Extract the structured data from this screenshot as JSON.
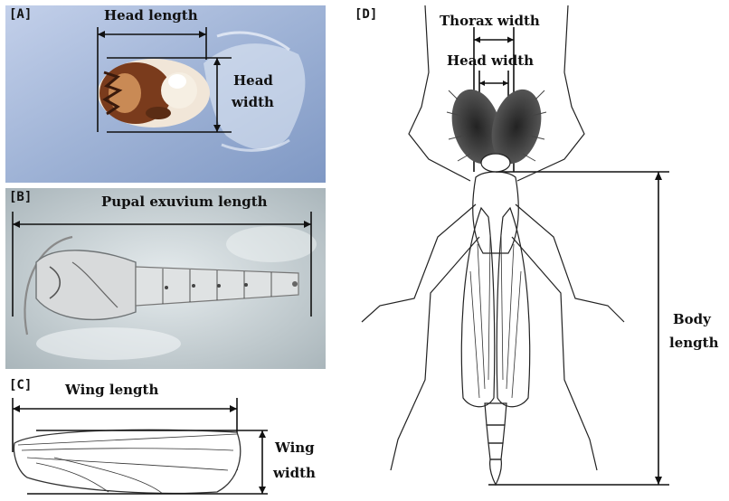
{
  "panels": {
    "a": {
      "tag": "[A]",
      "head_length_label": "Head length",
      "head_width_label_1": "Head",
      "head_width_label_2": "width"
    },
    "b": {
      "tag": "[B]",
      "pupal_length_label": "Pupal exuvium length"
    },
    "c": {
      "tag": "[C]",
      "wing_length_label": "Wing length",
      "wing_width_label_1": "Wing",
      "wing_width_label_2": "width"
    },
    "d": {
      "tag": "[D]",
      "thorax_width_label": "Thorax width",
      "head_width_label": "Head width",
      "body_length_label_1": "Body",
      "body_length_label_2": "length"
    }
  },
  "colors": {
    "photo_a_bg": "#9fb3d6",
    "photo_b_bg": "#c9d2d6",
    "ink": "#111111"
  }
}
